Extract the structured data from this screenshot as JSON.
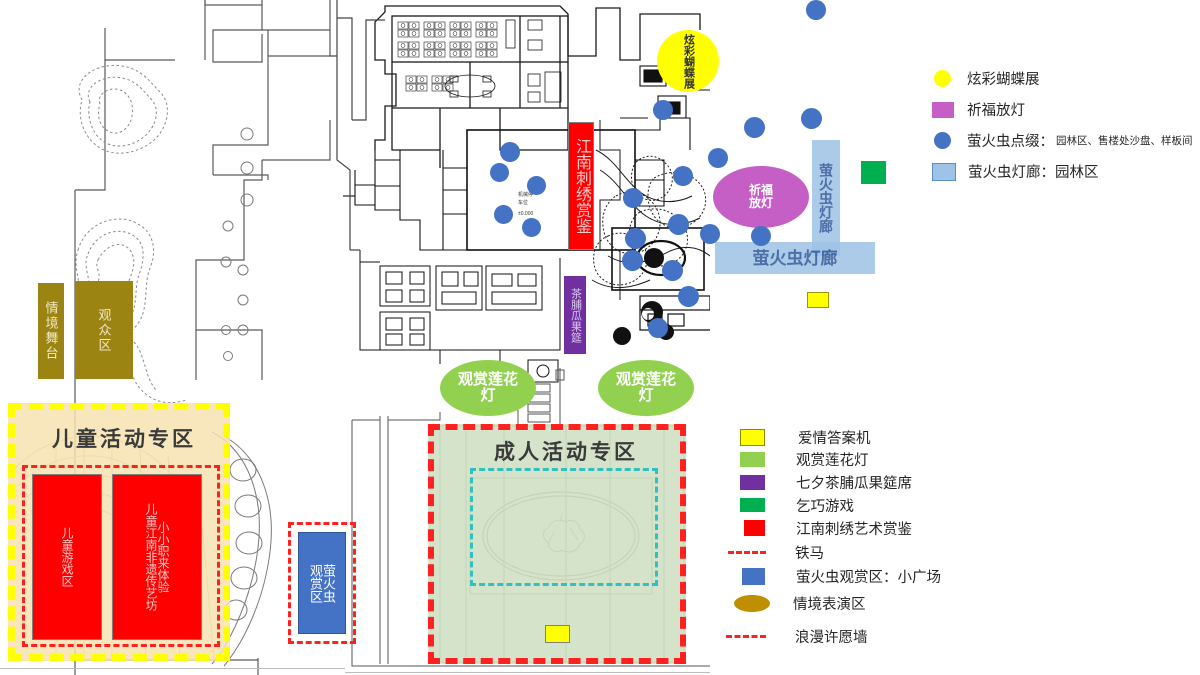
{
  "map": {
    "zones": [
      {
        "name": "children-zone-title",
        "text": "儿童活动专区"
      },
      {
        "name": "adult-zone-title",
        "text": "成人活动专区"
      }
    ],
    "labels": {
      "butterfly_show": "炫彩蝴蝶展",
      "prayer_lamp": "祈福放灯",
      "firefly_corridor_h": "萤火虫灯廊",
      "firefly_corridor_v": "萤火虫灯廊",
      "embroidery": "江南刺绣赏鉴",
      "tea_fruit_banquet": "茶脯瓜果筵",
      "lotus_lamp_left": "观赏莲花灯",
      "lotus_lamp_right": "观赏莲花灯",
      "stage": "情境舞台",
      "audience": "观众区",
      "children_play": "儿童游戏区",
      "children_craft_1": "儿童江南非遗传艺坊",
      "children_craft_2": "小小职来体验",
      "firefly_view_1": "萤火虫",
      "firefly_view_2": "观赏区"
    }
  },
  "legend_top": {
    "items": [
      {
        "name": "legend-butterfly",
        "shape": "circle",
        "color": "#ffff00",
        "label": "炫彩蝴蝶展",
        "sub": ""
      },
      {
        "name": "legend-prayer-lamp",
        "shape": "square",
        "color": "#c55fc5",
        "label": "祈福放灯",
        "sub": ""
      },
      {
        "name": "legend-firefly-accent",
        "shape": "circle",
        "color": "#4472c4",
        "label": "萤火虫点缀：",
        "sub": "园林区、售楼处沙盘、样板间"
      },
      {
        "name": "legend-firefly-corridor",
        "shape": "square-outline",
        "color": "#9dc3e6",
        "label": "萤火虫灯廊：园林区",
        "sub": ""
      }
    ]
  },
  "legend_bottom": {
    "items": [
      {
        "name": "legend-love-answer-machine",
        "shape": "square-outline",
        "color": "#ffff00",
        "label": "爱情答案机",
        "sub": ""
      },
      {
        "name": "legend-lotus-lamp",
        "shape": "square",
        "color": "#92d050",
        "label": "观赏莲花灯",
        "sub": ""
      },
      {
        "name": "legend-tea-fruit-banquet",
        "shape": "square",
        "color": "#7030a0",
        "label": "七夕茶脯瓜果筵席",
        "sub": ""
      },
      {
        "name": "legend-qiqiao-game",
        "shape": "square",
        "color": "#00b050",
        "label": "乞巧游戏",
        "sub": ""
      },
      {
        "name": "legend-embroidery-art",
        "shape": "square",
        "color": "#ff0000",
        "label": "江南刺绣艺术赏鉴",
        "sub": ""
      },
      {
        "name": "legend-iron-horse",
        "shape": "dash",
        "color": "#ff2020",
        "label": "铁马",
        "sub": ""
      },
      {
        "name": "legend-firefly-view",
        "shape": "square",
        "color": "#4472c4",
        "label": "萤火虫观赏区：小广场",
        "sub": ""
      },
      {
        "name": "legend-scene-performance",
        "shape": "ellipse",
        "color": "#bf8f00",
        "label": "情境表演区",
        "sub": ""
      },
      {
        "name": "legend-romantic-wish-wall",
        "shape": "dash",
        "color": "#ff2020",
        "label": "浪漫许愿墙",
        "sub": ""
      }
    ]
  },
  "colors": {
    "firefly_blue": "#4472c4",
    "corridor_blue": "#9dc3e6",
    "butterfly_yellow": "#ffff00",
    "prayer_purple": "#c55fc5",
    "lotus_green": "#92d050",
    "embroidery_red": "#ff0000",
    "tea_purple": "#7030a0",
    "qiqiao_green": "#00b050",
    "gold": "#9c8412",
    "children_fill": "#f7e3b0",
    "children_border": "#ffff00",
    "adult_fill": "#cfe0c3",
    "dash_red": "#ff2020",
    "dash_cyan": "#2fc0c0"
  }
}
